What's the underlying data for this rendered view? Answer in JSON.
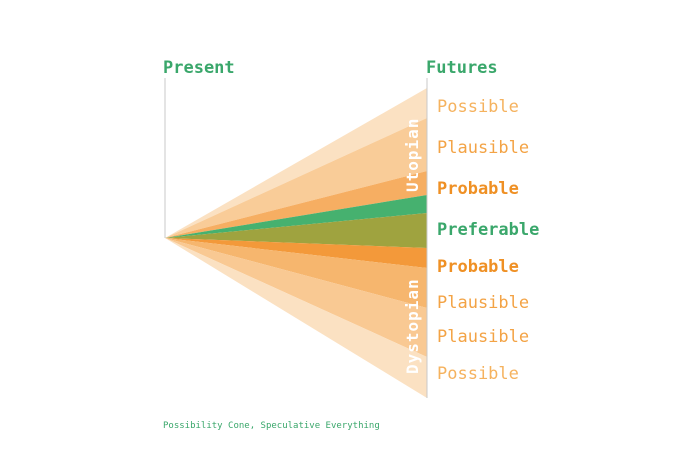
{
  "header": {
    "present": "Present",
    "futures": "Futures"
  },
  "bands": [
    {
      "key": "possible-top",
      "color": "#fbe1c2",
      "label": "Possible",
      "label_color": "#f5b25e",
      "bold": false
    },
    {
      "key": "plausible-top",
      "color": "#f9cc98",
      "label": "Plausible",
      "label_color": "#f3a345",
      "bold": false
    },
    {
      "key": "probable-top",
      "color": "#f6ae62",
      "label": "Probable",
      "label_color": "#ef9024",
      "bold": true
    },
    {
      "key": "preferable-green",
      "color": "#46b16f",
      "label": "",
      "label_color": "",
      "bold": false
    },
    {
      "key": "preferable-olive",
      "color": "#9fa33f",
      "label": "Preferable",
      "label_color": "#3aa76b",
      "bold": true
    },
    {
      "key": "probable-bottom",
      "color": "#f3993a",
      "label": "Probable",
      "label_color": "#ef9024",
      "bold": true
    },
    {
      "key": "plausible-bottom-1",
      "color": "#f6b66e",
      "label": "Plausible",
      "label_color": "#f3a345",
      "bold": false
    },
    {
      "key": "plausible-bottom-2",
      "color": "#f9c993",
      "label": "Plausible",
      "label_color": "#f3a345",
      "bold": false
    },
    {
      "key": "possible-bottom",
      "color": "#fbe1c2",
      "label": "Possible",
      "label_color": "#f5b25e",
      "bold": false
    }
  ],
  "side_labels": {
    "top": "Utopian",
    "bottom": "Dystopian"
  },
  "caption": "Possibility Cone, Speculative Everything",
  "colors": {
    "accent": "#3aa76b",
    "axis": "#c8c8c8"
  }
}
